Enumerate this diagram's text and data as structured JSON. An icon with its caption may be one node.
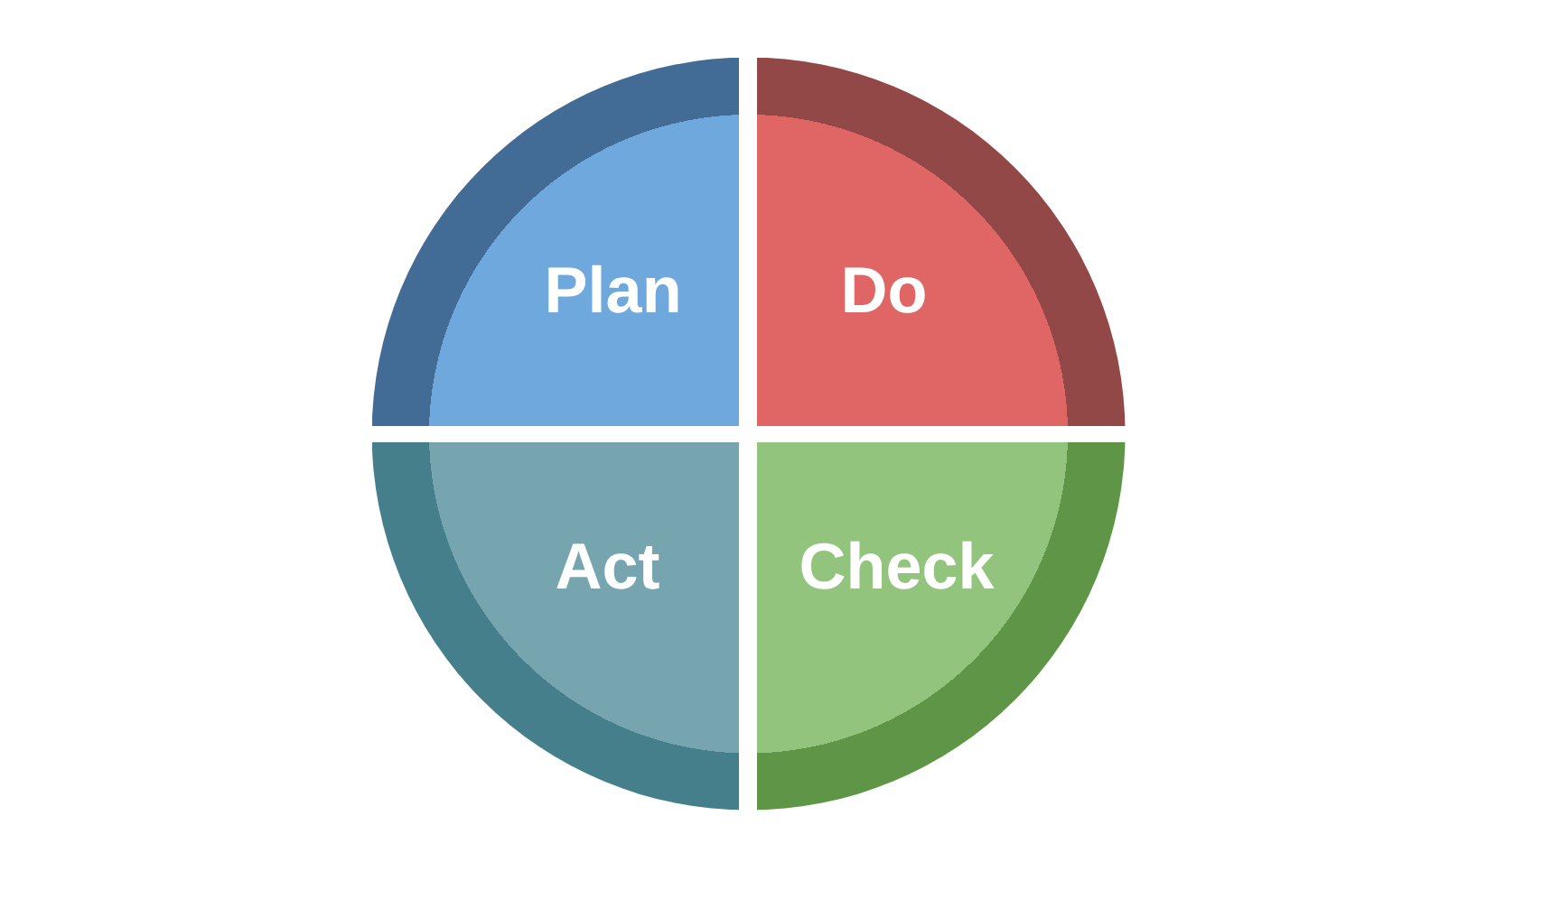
{
  "diagram": {
    "nodes": [
      {
        "text": [
          "Plan"
        ]
      },
      {
        "text": [
          "Do"
        ]
      },
      {
        "text": [
          "Act"
        ]
      },
      {
        "text": [
          "Check"
        ]
      }
    ]
  }
}
